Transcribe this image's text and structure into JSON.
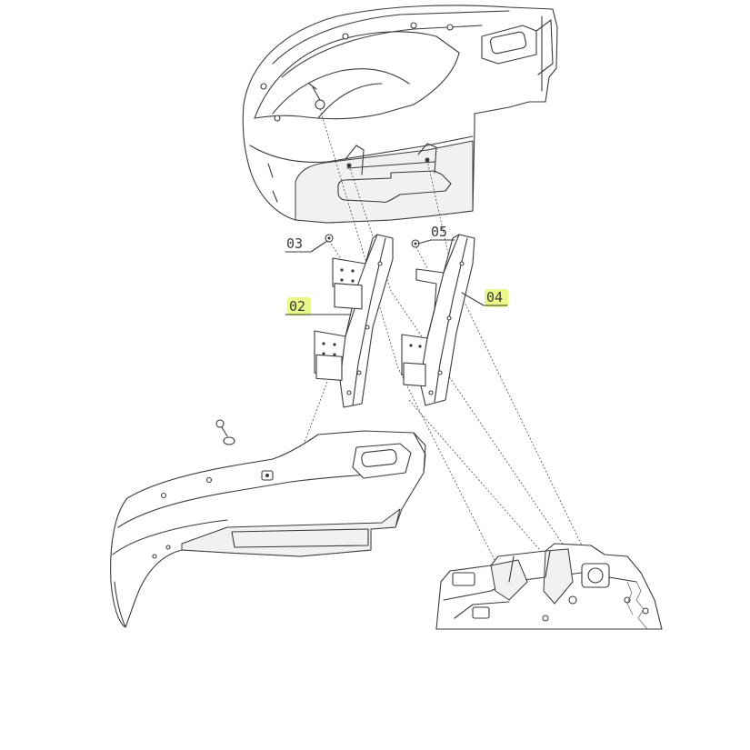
{
  "callouts": [
    {
      "id": "03",
      "label": "03"
    },
    {
      "id": "05",
      "label": "05"
    },
    {
      "id": "02",
      "label": "02",
      "highlight": true
    },
    {
      "id": "04",
      "label": "04",
      "highlight": true
    }
  ],
  "colors": {
    "line": "#3a3a3a",
    "highlight": "#e8f77a",
    "background": "#ffffff"
  }
}
